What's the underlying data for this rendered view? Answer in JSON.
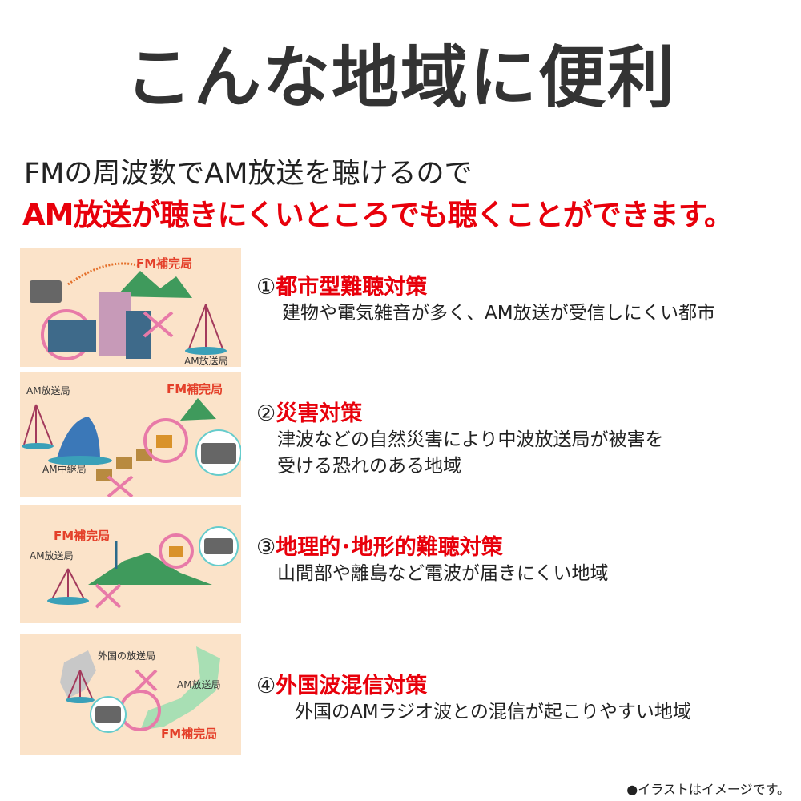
{
  "title": "こんな地域に便利",
  "subtitle": {
    "line1": "FMの周波数でAM放送を聴けるので",
    "line2": "AM放送が聴きにくいところでも聴くことができます。"
  },
  "items": [
    {
      "num": "①",
      "heading": "都市型難聴対策",
      "desc": [
        "建物や電気雑音が多く、AM放送が受信しにくい都市"
      ],
      "labels": {
        "fm": "FM補完局",
        "am": "AM放送局"
      }
    },
    {
      "num": "②",
      "heading": "災害対策",
      "desc": [
        "津波などの自然災害により中波放送局が被害を",
        "受ける恐れのある地域"
      ],
      "labels": {
        "fm": "FM補完局",
        "am": "AM放送局",
        "relay": "AM中継局"
      }
    },
    {
      "num": "③",
      "heading": "地理的･地形的難聴対策",
      "desc": [
        "山間部や離島など電波が届きにくい地域"
      ],
      "labels": {
        "fm": "FM補完局",
        "am": "AM放送局"
      }
    },
    {
      "num": "④",
      "heading": "外国波混信対策",
      "desc": [
        "外国のAMラジオ波との混信が起こりやすい地域"
      ],
      "labels": {
        "fm": "FM補完局",
        "am": "AM放送局",
        "foreign": "外国の放送局"
      }
    }
  ],
  "note": "●イラストはイメージです。",
  "colors": {
    "accent": "#e8000b",
    "panel": "#fbe3c9"
  }
}
